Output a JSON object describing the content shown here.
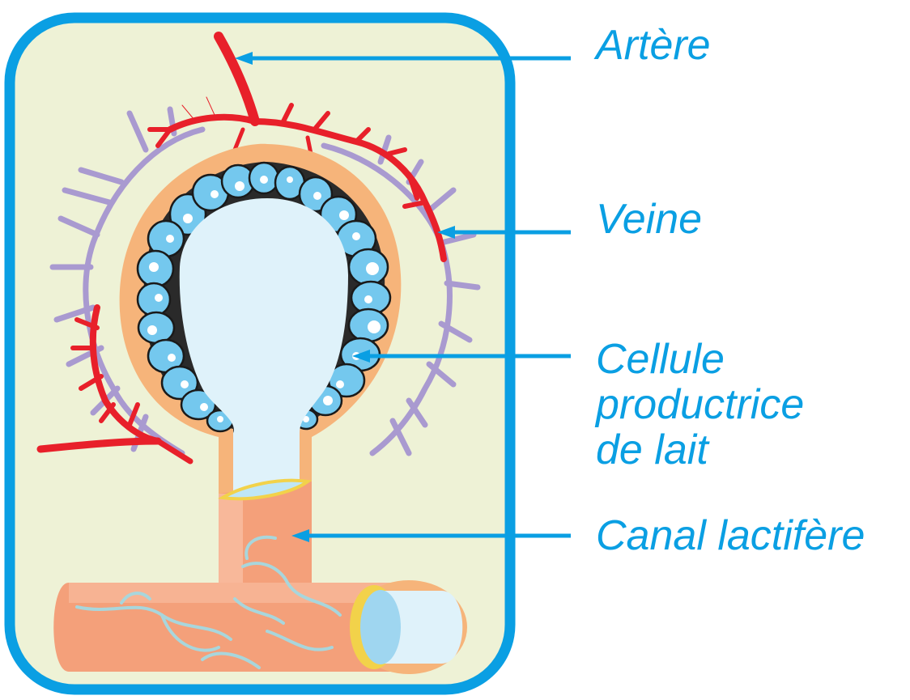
{
  "labels": {
    "artery": "Artère",
    "vein": "Veine",
    "cell_line1": "Cellule",
    "cell_line2": "productrice",
    "cell_line3": "de lait",
    "duct": "Canal lactifère"
  },
  "colors": {
    "frame": "#0a9fe3",
    "background": "#eef2d6",
    "artery": "#e8202a",
    "vein": "#a99ad0",
    "wall": "#f6b47a",
    "cell": "#74c8ee",
    "lumen": "#dff2fa",
    "duct": "#f4a07a",
    "capillary": "#a8d6dc",
    "ring": "#f2d24a",
    "label": "#0a9fe3"
  }
}
